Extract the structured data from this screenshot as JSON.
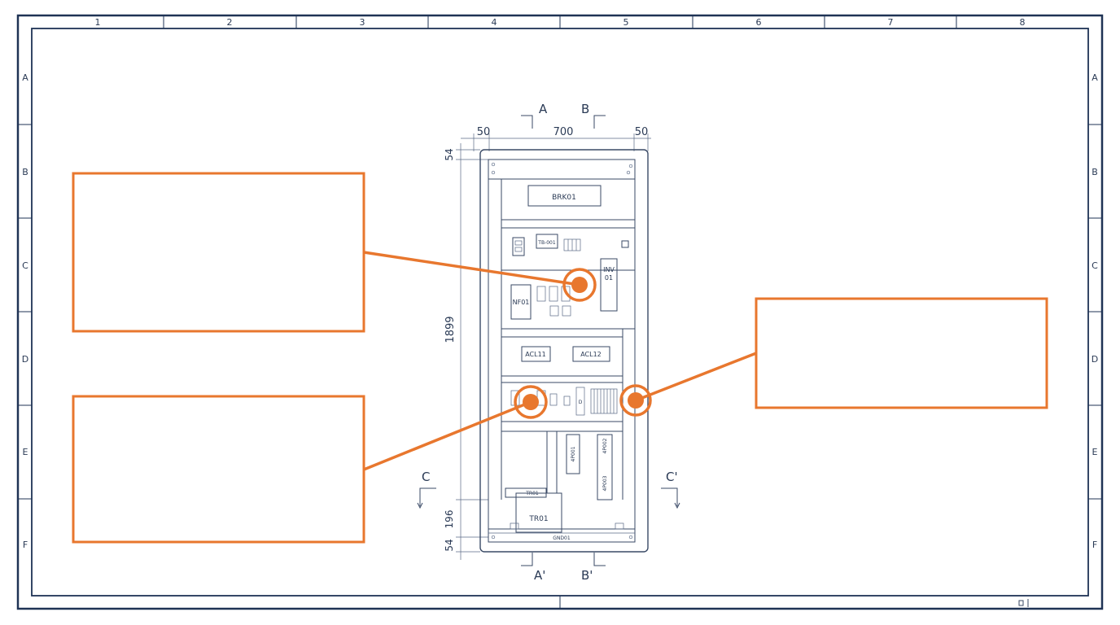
{
  "sheet": {
    "columns": [
      "1",
      "2",
      "3",
      "4",
      "5",
      "6",
      "7",
      "8"
    ],
    "rows": [
      "A",
      "B",
      "C",
      "D",
      "E",
      "F"
    ]
  },
  "dimensions": {
    "left_margin": "50",
    "width": "700",
    "right_margin": "50",
    "top": "54",
    "height": "1899",
    "lower": "196",
    "bottom": "54"
  },
  "section_marks": {
    "a": "A",
    "b": "B",
    "a_prime": "A'",
    "b_prime": "B'",
    "c": "C",
    "c_prime": "C'"
  },
  "components": {
    "brk01": "BRK01",
    "tb01": "TB-001",
    "inv01_line1": "INV",
    "inv01_line2": "01",
    "nf01": "NF01",
    "acl11": "ACL11",
    "acl12": "ACL12",
    "tr01_tag": "TR01",
    "tr01": "TR01",
    "term_left": "D",
    "rail_label": "GND01",
    "vert1": "4P001",
    "vert2": "4P002",
    "vert3": "4P003"
  },
  "callouts": [
    {
      "text": ""
    },
    {
      "text": ""
    },
    {
      "text": ""
    }
  ],
  "colors": {
    "accent": "#e8772e",
    "frame": "#1f3355",
    "line": "#3a4a66"
  }
}
